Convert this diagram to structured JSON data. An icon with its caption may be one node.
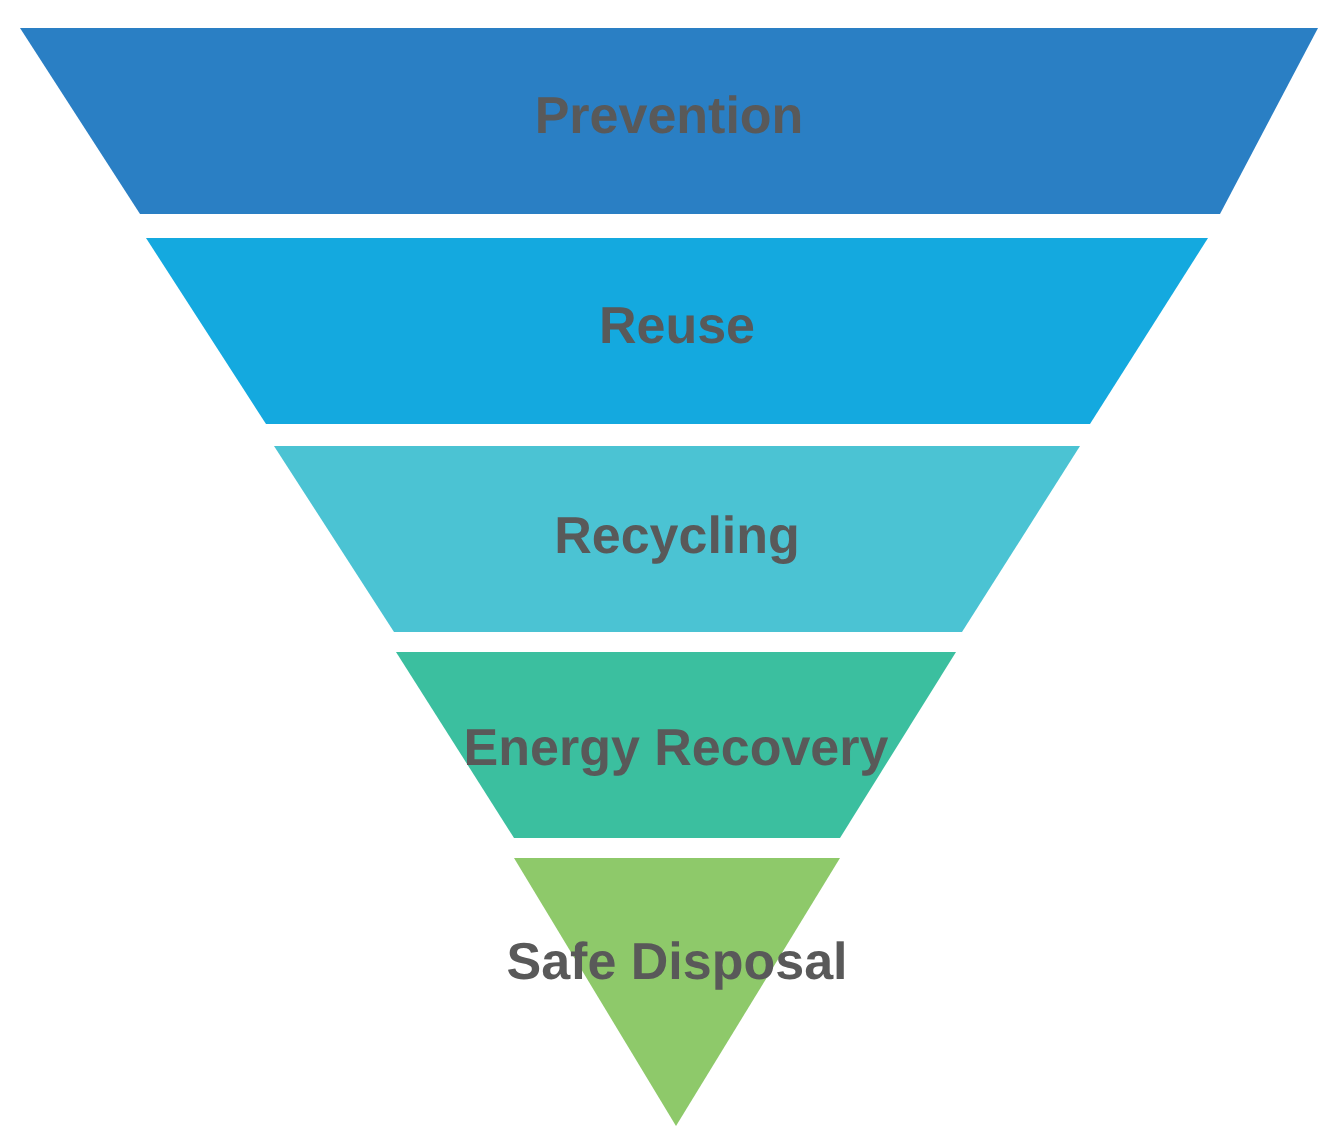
{
  "diagram": {
    "nodes": [
      {
        "text": [
          "Prevention"
        ]
      },
      {
        "text": [
          "Reuse"
        ]
      },
      {
        "text": [
          "Recycling"
        ]
      },
      {
        "text": [
          "Energy Recovery"
        ]
      },
      {
        "text": [
          "Safe Disposal"
        ]
      }
    ]
  }
}
